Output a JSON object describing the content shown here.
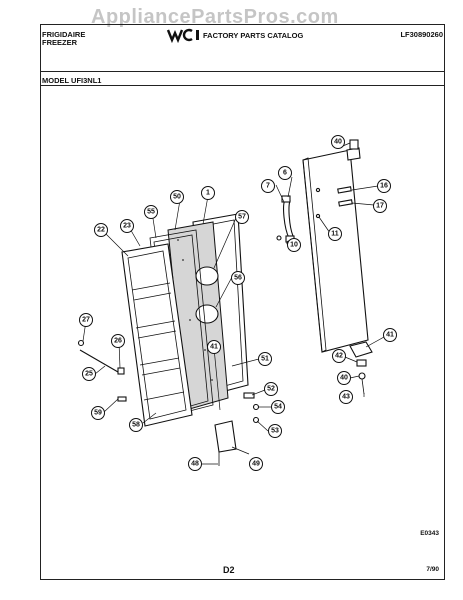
{
  "watermark": "AppliancePartsPros.com",
  "header": {
    "brand_line1": "FRIGIDAIRE",
    "brand_line2": "FREEZER",
    "logo_text": "WCI",
    "catalog_title": "FACTORY PARTS CATALOG",
    "catalog_number": "LF30890260"
  },
  "model_label": "MODEL UFI3NL1",
  "footer": {
    "drawing_ref": "E0343",
    "page": "D2",
    "date": "7/90"
  },
  "callouts": [
    "40",
    "6",
    "16",
    "7",
    "17",
    "10",
    "11",
    "1",
    "50",
    "55",
    "23",
    "22",
    "57",
    "56",
    "27",
    "26",
    "25",
    "41",
    "51",
    "42",
    "40",
    "43",
    "52",
    "54",
    "53",
    "59",
    "58",
    "49",
    "48",
    "41"
  ]
}
